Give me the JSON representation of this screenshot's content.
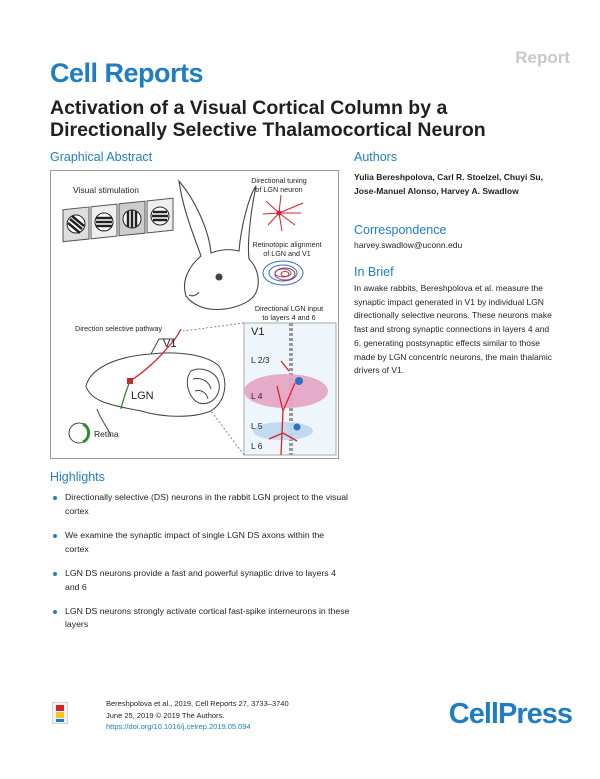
{
  "header": {
    "report_tag": "Report",
    "journal": "Cell Reports"
  },
  "title": "Activation of a Visual Cortical Column by a Directionally Selective Thalamocortical Neuron",
  "graphical_abstract": {
    "heading": "Graphical Abstract",
    "labels": {
      "visual_stimulation": "Visual stimulation",
      "directional_tuning_1": "Directional tuning",
      "directional_tuning_2": "of LGN neuron",
      "retinotopic_1": "Retinotopic alignment",
      "retinotopic_2": "of LGN and V1",
      "dir_input_1": "Directional LGN input",
      "dir_input_2": "to layers 4 and 6",
      "pathway": "Direction selective pathway",
      "v1_brain": "V1",
      "lgn": "LGN",
      "retina": "Retina",
      "v1_column": "V1",
      "layer_23": "L 2/3",
      "layer_4": "L 4",
      "layer_5": "L 5",
      "layer_6": "L 6"
    }
  },
  "authors": {
    "heading": "Authors",
    "text": "Yulia Bereshpolova, Carl R. Stoelzel, Chuyi Su, Jose-Manuel Alonso, Harvey A. Swadlow"
  },
  "correspondence": {
    "heading": "Correspondence",
    "email": "harvey.swadlow@uconn.edu"
  },
  "in_brief": {
    "heading": "In Brief",
    "text": "In awake rabbits, Bereshpolova et al. measure the synaptic impact generated in V1 by individual LGN directionally selective neurons. These neurons make fast and strong synaptic connections in layers 4 and 6, generating postsynaptic effects similar to those made by LGN concentric neurons, the main thalamic drivers of V1."
  },
  "highlights": {
    "heading": "Highlights",
    "items": [
      "Directionally selective (DS) neurons in the rabbit LGN project to the visual cortex",
      "We examine the synaptic impact of single LGN DS axons within the cortex",
      "LGN DS neurons provide a fast and powerful synaptic drive to layers 4 and 6",
      "LGN DS neurons strongly activate cortical fast-spike interneurons in these layers"
    ]
  },
  "footer": {
    "citation": "Bereshpolova et al., 2019, Cell Reports 27, 3733–3740",
    "date": "June 25, 2019 © 2019 The Authors.",
    "doi": "https://doi.org/10.1016/j.celrep.2019.05.094",
    "publisher": "CellPress"
  },
  "colors": {
    "accent": "#1f7ec2",
    "lgn_red": "#d6232a",
    "layer_pink": "#e6a3c4",
    "cell_blue": "#2f6fc2"
  }
}
